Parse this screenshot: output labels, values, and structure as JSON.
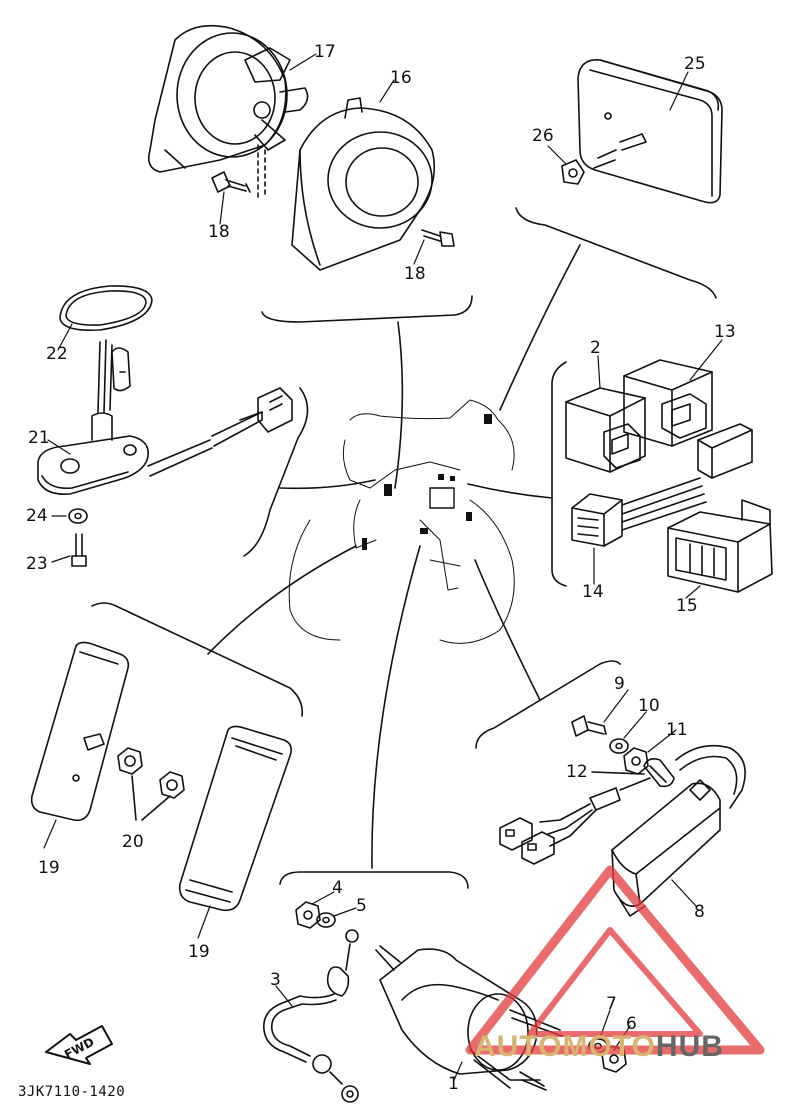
{
  "part_labels": [
    "1",
    "2",
    "3",
    "4",
    "5",
    "6",
    "7",
    "8",
    "9",
    "10",
    "11",
    "12",
    "13",
    "14",
    "15",
    "16",
    "17",
    "18",
    "18",
    "19",
    "19",
    "20",
    "21",
    "22",
    "23",
    "24",
    "25",
    "26"
  ],
  "fwd_label": "FWD",
  "part_code": "3JK7110-1420",
  "watermark": {
    "part1": "AUTOMOTO",
    "part2": "HUB",
    "colors": {
      "triangle": "#e23a3a",
      "text": "#d9b470",
      "text2": "#666666"
    }
  }
}
